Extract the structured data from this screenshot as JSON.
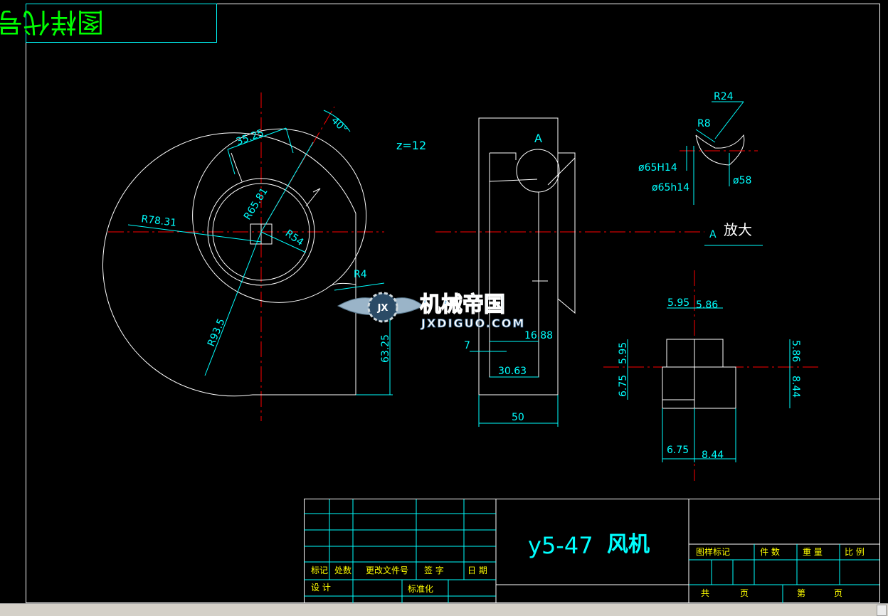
{
  "header": {
    "title_stamp": "图样代号"
  },
  "views": {
    "front": {
      "dims": {
        "d1": "35.25",
        "d2": "40°",
        "d3": "R78.31",
        "d4": "R65.81",
        "d5": "R54",
        "d6": "R4",
        "d7": "R93.5",
        "d8": "63.25"
      },
      "note": "z=12"
    },
    "side": {
      "label_a": "A",
      "dims": {
        "d1": "16.88",
        "d2": "7",
        "d3": "30.63",
        "d4": "50"
      }
    },
    "detail": {
      "dims": {
        "d1": "R24",
        "d2": "R8",
        "d3": "ø65H14",
        "d4": "ø65h14",
        "d5": "ø58"
      },
      "label_a": "A",
      "label_enlarge": "放大"
    },
    "keyway": {
      "dims": {
        "d1": "5.95",
        "d2": "5.86",
        "d3": "5.95",
        "d4": "6.75",
        "d5": "5.86",
        "d6": "8.44",
        "d7": "6.75",
        "d8": "8.44"
      }
    }
  },
  "watermark": {
    "name": "机械帝国",
    "url": "JXDIGUO.COM",
    "badge": "JX"
  },
  "title_block": {
    "drawing_name_latin": "y5-47",
    "drawing_name_cn": "风机",
    "left": {
      "h1": "标记",
      "h2": "处数",
      "h3": "更改文件号",
      "h4": "签  字",
      "h5": "日 期",
      "designer": "设  计",
      "standard": "标准化"
    },
    "right": {
      "h1": "图样标记",
      "h2": "件 数",
      "h3": "重  量",
      "h4": "比  例",
      "total": "共",
      "page": "页",
      "page_no": "第",
      "page2": "页"
    }
  },
  "colors": {
    "background": "#000000",
    "line": "#ffffff",
    "dimension": "#00ffff",
    "center": "#ff0000",
    "frame": "#ffff00"
  }
}
